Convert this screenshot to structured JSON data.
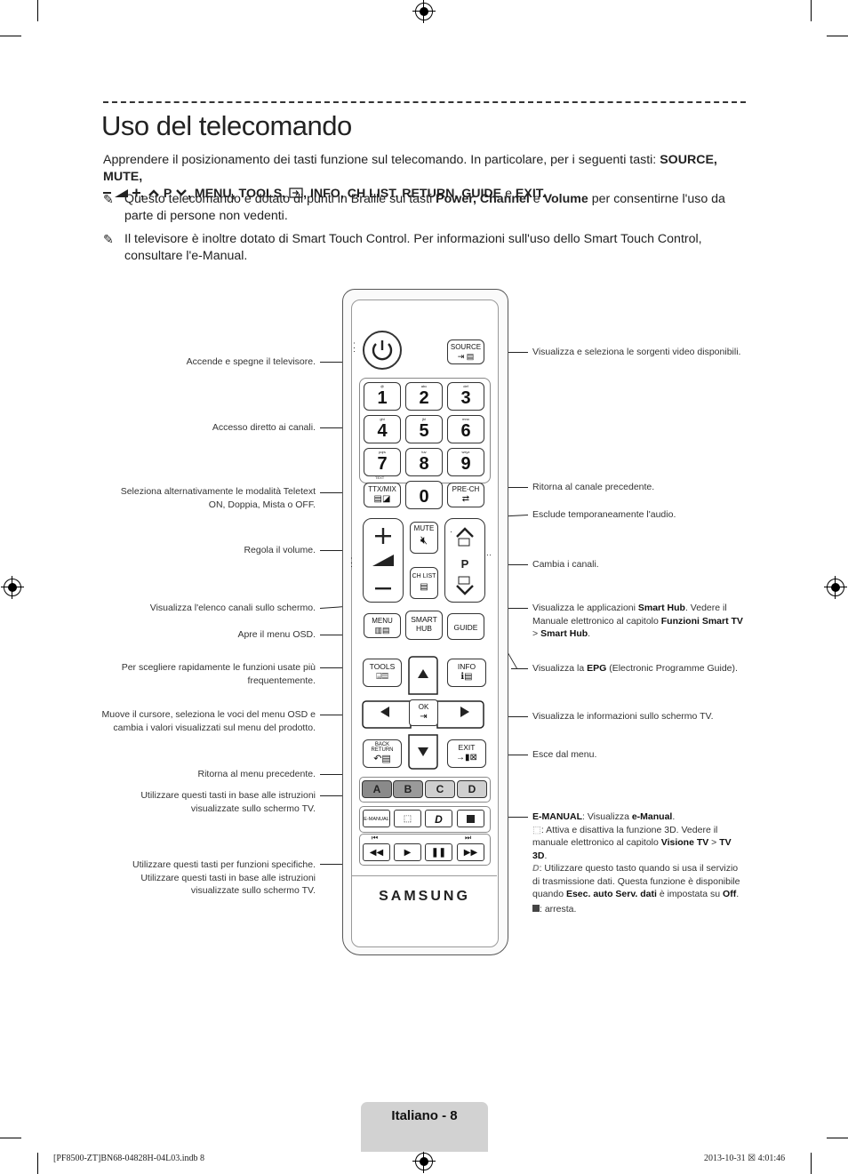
{
  "page": {
    "title": "Uso del telecomando",
    "intro_plain": "Apprendere il posizionamento dei tasti funzione sul telecomando. In particolare, per i seguenti tasti: ",
    "intro_keys1": "SOURCE, MUTE,",
    "intro_keys2": "P",
    "intro_keys3": ", MENU, TOOLS,",
    "intro_keys4": ", INFO, CH LIST, RETURN, GUIDE",
    "intro_and": " e ",
    "intro_keys5": "EXIT.",
    "note1_a": "Questo telecomando è dotato di punti in Braille sui tasti ",
    "note1_b": "Power, Channel",
    "note1_c": " e ",
    "note1_d": "Volume",
    "note1_e": " per consentirne l'uso da parte di persone non vedenti.",
    "note2": "Il televisore è inoltre dotato di Smart Touch Control. Per informazioni sull'uso dello Smart Touch Control, consultare l'e-Manual."
  },
  "left_annotations": [
    "Accende e spegne il televisore.",
    "Accesso diretto ai canali.",
    "Seleziona alternativamente le modalità Teletext ON, Doppia, Mista o OFF.",
    "Regola il volume.",
    "Visualizza l'elenco canali sullo schermo.",
    "Apre il menu OSD.",
    "Per scegliere rapidamente le funzioni usate più frequentemente.",
    "Muove il cursore, seleziona le voci del menu OSD e cambia i valori visualizzati sul menu del prodotto.",
    "Ritorna al menu precedente.",
    "Utilizzare questi tasti in base alle istruzioni visualizzate sullo schermo TV.",
    "Utilizzare questi tasti per funzioni specifiche. Utilizzare questi tasti in base alle istruzioni visualizzate sullo schermo TV."
  ],
  "right_annotations": {
    "source": "Visualizza e seleziona le sorgenti video disponibili.",
    "prech": "Ritorna al canale precedente.",
    "mute": "Esclude temporaneamente l'audio.",
    "channel": "Cambia i canali.",
    "smarthub_a": "Visualizza le applicazioni ",
    "smarthub_b": "Smart Hub",
    "smarthub_c": ". Vedere il Manuale elettronico al capitolo ",
    "smarthub_d": "Funzioni Smart TV",
    "smarthub_e": " > ",
    "smarthub_f": "Smart Hub",
    "smarthub_g": ".",
    "guide_a": "Visualizza la ",
    "guide_b": "EPG",
    "guide_c": " (Electronic Programme Guide).",
    "info": "Visualizza le informazioni sullo schermo TV.",
    "exit": "Esce dal menu.",
    "emanual_a": "E-MANUAL",
    "emanual_b": ": Visualizza ",
    "emanual_c": "e-Manual",
    "emanual_d": ".",
    "threed_a": ": Attiva e disattiva la funzione 3D. Vedere il manuale elettronico al capitolo ",
    "threed_b": "Visione TV",
    "threed_c": " > ",
    "threed_d": "TV 3D",
    "threed_e": ".",
    "data_a": ": Utilizzare questo tasto quando si usa il servizio di trasmissione dati. Questa funzione è disponibile quando ",
    "data_b": "Esec. auto Serv. dati",
    "data_c": " è impostata su ",
    "data_d": "Off",
    "data_e": ".",
    "stop": ": arresta."
  },
  "remote": {
    "source": "SOURCE",
    "digits": [
      {
        "n": "1",
        "s": "@"
      },
      {
        "n": "2",
        "s": "abc"
      },
      {
        "n": "3",
        "s": "def"
      },
      {
        "n": "4",
        "s": "ghi"
      },
      {
        "n": "5",
        "s": "jkl"
      },
      {
        "n": "6",
        "s": "mno"
      },
      {
        "n": "7",
        "s": "pqrs"
      },
      {
        "n": "8",
        "s": "tuv"
      },
      {
        "n": "9",
        "s": "wxyz"
      }
    ],
    "text_label": "TEXT",
    "ttx": "TTX/MIX",
    "zero": "0",
    "prech": "PRE-CH",
    "mute": "MUTE",
    "chlist": "CH LIST",
    "p": "P",
    "menu": "MENU",
    "smarthub1": "SMART",
    "smarthub2": "HUB",
    "guide": "GUIDE",
    "tools": "TOOLS",
    "info": "INFO",
    "ok": "OK",
    "back1": "BACK",
    "back2": "RETURN",
    "exit": "EXIT",
    "colors": [
      "A",
      "B",
      "C",
      "D"
    ],
    "emanual": "E-MANUAL",
    "brand": "SAMSUNG"
  },
  "footer": {
    "page_label": "Italiano - 8",
    "file": "[PF8500-ZT]BN68-04828H-04L03.indb   8",
    "date": "2013-10-31   ☒ 4:01:46"
  }
}
